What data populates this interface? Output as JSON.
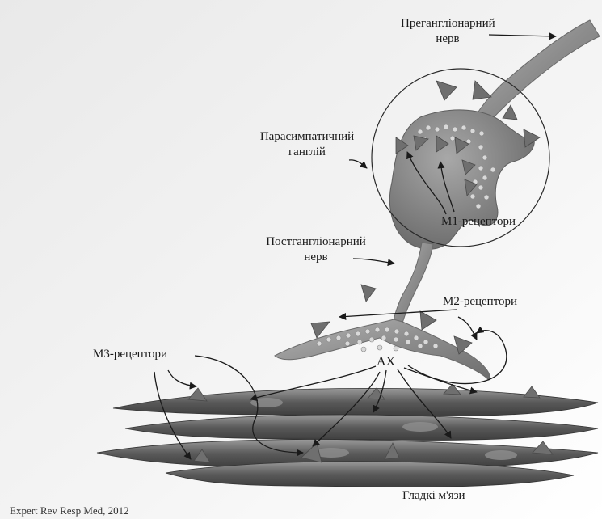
{
  "labels": {
    "preganglionic_line1": "Прегангліонарний",
    "preganglionic_line2": "нерв",
    "ganglion_line1": "Парасимпатичний",
    "ganglion_line2": "ганглій",
    "m1": "М1-рецептори",
    "postganglionic_line1": "Постгангліонарний",
    "postganglionic_line2": "нерв",
    "m2": "М2-рецептори",
    "m3": "М3-рецептори",
    "ach": "АХ",
    "smooth_muscle": "Гладкі м'язи"
  },
  "source": "Expert Rev Resp Med, 2012",
  "colors": {
    "nerve": "#8a8a8a",
    "receptor": "#6f6f6f",
    "muscle": "#5c5c5c",
    "vesicle": "#cfcfcf",
    "arrow": "#1a1a1a"
  }
}
